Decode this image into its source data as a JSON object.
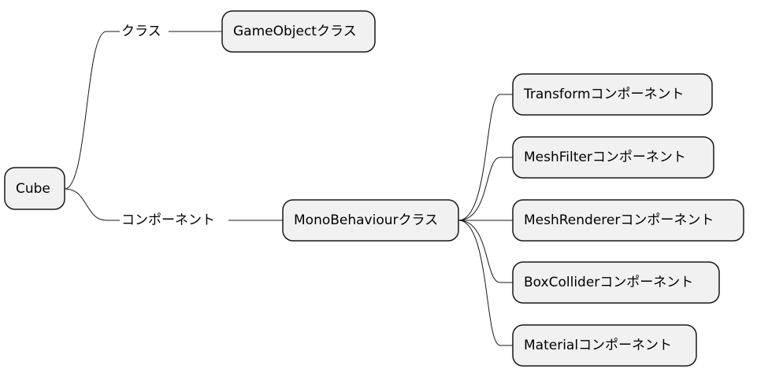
{
  "root": {
    "label": "Cube"
  },
  "branches": {
    "class_label": "クラス",
    "component_label": "コンポーネント"
  },
  "nodes": {
    "gameobject": "GameObjectクラス",
    "monobehaviour": "MonoBehaviourクラス",
    "components": [
      "Transformコンポーネント",
      "MeshFilterコンポーネント",
      "MeshRendererコンポーネント",
      "BoxColliderコンポーネント",
      "Materialコンポーネント"
    ]
  }
}
